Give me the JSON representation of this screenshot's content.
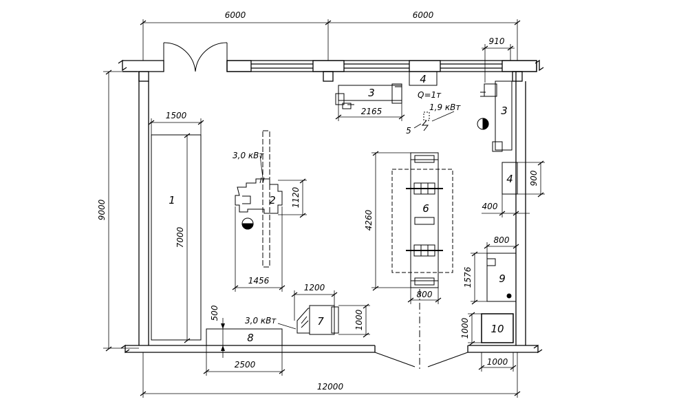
{
  "dimensions": {
    "top_left": "6000",
    "top_right": "6000",
    "window_offset": "910",
    "height_total": "9000",
    "bench_width": "1500",
    "bench_length": "7000",
    "crane_rail": "2165",
    "machine2_width": "1120",
    "machine2_length": "1456",
    "machine4_width": "900",
    "machine4_offset": "400",
    "conveyor_length": "4260",
    "conveyor_width": "800",
    "machine7_width": "1200",
    "machine7_depth": "1000",
    "machine8_depth": "500",
    "machine8_width": "2500",
    "machine9_width": "800",
    "machine9_depth": "1576",
    "machine10_depth": "1000",
    "machine10_width": "1000",
    "total_width": "12000"
  },
  "labels": {
    "l1": "1",
    "l2": "2",
    "l3a": "3",
    "l3b": "3",
    "l4a": "4",
    "l4b": "4",
    "l5": "5",
    "l6": "6",
    "l7": "7",
    "l8": "8",
    "l9": "9",
    "l10": "10"
  },
  "annotations": {
    "crane_capacity": "Q=1т",
    "power_crane": "1,9 кВт",
    "power_machine2": "3,0 кВт",
    "power_machine7": "3,0 кВт"
  }
}
